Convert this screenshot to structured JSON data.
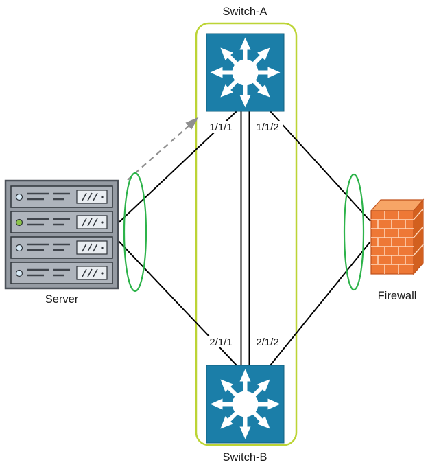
{
  "diagram": {
    "nodes": {
      "switch_a": {
        "label": "Switch-A"
      },
      "switch_b": {
        "label": "Switch-B"
      },
      "server": {
        "label": "Server"
      },
      "firewall": {
        "label": "Firewall"
      }
    },
    "ports": {
      "switch_a_p1": "1/1/1",
      "switch_a_p2": "1/1/2",
      "switch_b_p1": "2/1/1",
      "switch_b_p2": "2/1/2"
    },
    "colors": {
      "switch_fill": "#1b7ea8",
      "stack_border": "#bcd435",
      "lag_ellipse": "#2db34a",
      "firewall_front": "#ee7836",
      "firewall_top": "#f7a566",
      "firewall_side": "#d2601f",
      "link": "#000000",
      "dashed_arrow": "#8f8f8f"
    }
  }
}
